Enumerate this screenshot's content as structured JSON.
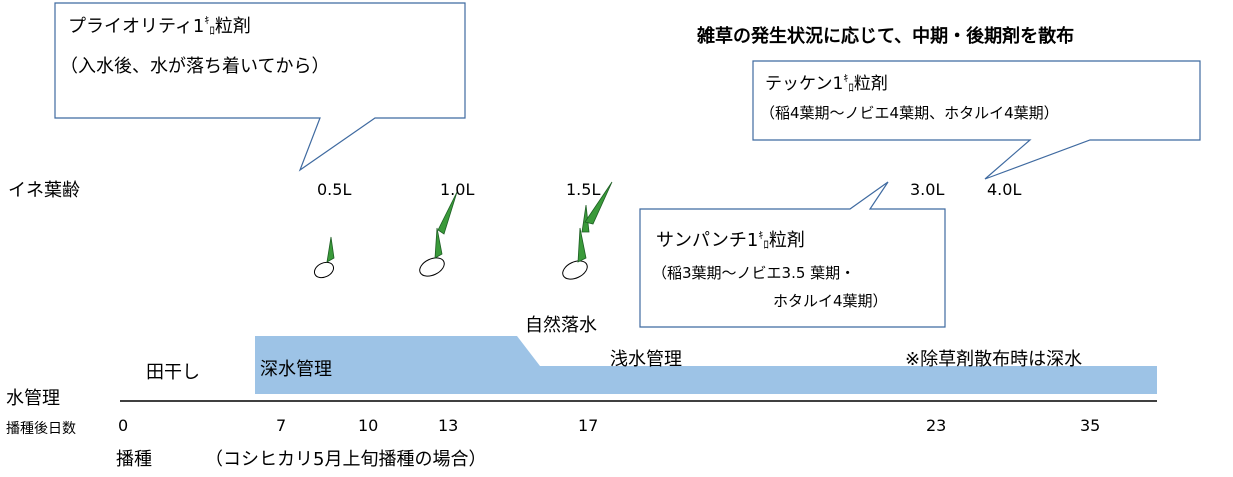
{
  "header": {
    "note": "雑草の発生状況に応じて、中期・後期剤を散布"
  },
  "callouts": {
    "priority": {
      "name": "プライオリティ",
      "unit_prefix": "1",
      "unit_sup": "ｷ",
      "unit_sub": "ﾛ",
      "suffix": "粒剤",
      "note": "（入水後、水が落ち着いてから）"
    },
    "tekken": {
      "name": "テッケン",
      "unit_prefix": "1",
      "unit_sup": "ｷ",
      "unit_sub": "ﾛ",
      "suffix": "粒剤",
      "note": "（稲4葉期～ノビエ4葉期、ホタルイ4葉期）"
    },
    "sanpanchi": {
      "name": "サンパンチ",
      "unit_prefix": "1",
      "unit_sup": "ｷ",
      "unit_sub": "ﾛ",
      "suffix": "粒剤",
      "note_line1": "（稲3葉期～ノビエ3.5 葉期・",
      "note_line2": "ホタルイ4葉期）"
    }
  },
  "leaf_age": {
    "label": "イネ葉齢",
    "stages": [
      "0.5L",
      "1.0L",
      "1.5L",
      "3.0L",
      "4.0L"
    ]
  },
  "water": {
    "label": "水管理",
    "field_dry": "田干し",
    "deep": "深水管理",
    "natural_drain": "自然落水",
    "shallow": "浅水管理",
    "herbicide_note": "※除草剤散布時は深水",
    "deep_color": "#9dc3e6"
  },
  "days": {
    "label": "播種後日数",
    "ticks": [
      "0",
      "7",
      "10",
      "13",
      "17",
      "23",
      "35"
    ]
  },
  "sowing": {
    "label": "播種",
    "note": "（コシヒカリ5月上旬播種の場合）"
  },
  "colors": {
    "callout_border": "#3f6aa0",
    "leaf_green": "#3a9a3a",
    "leaf_dark": "#1e5e24"
  }
}
